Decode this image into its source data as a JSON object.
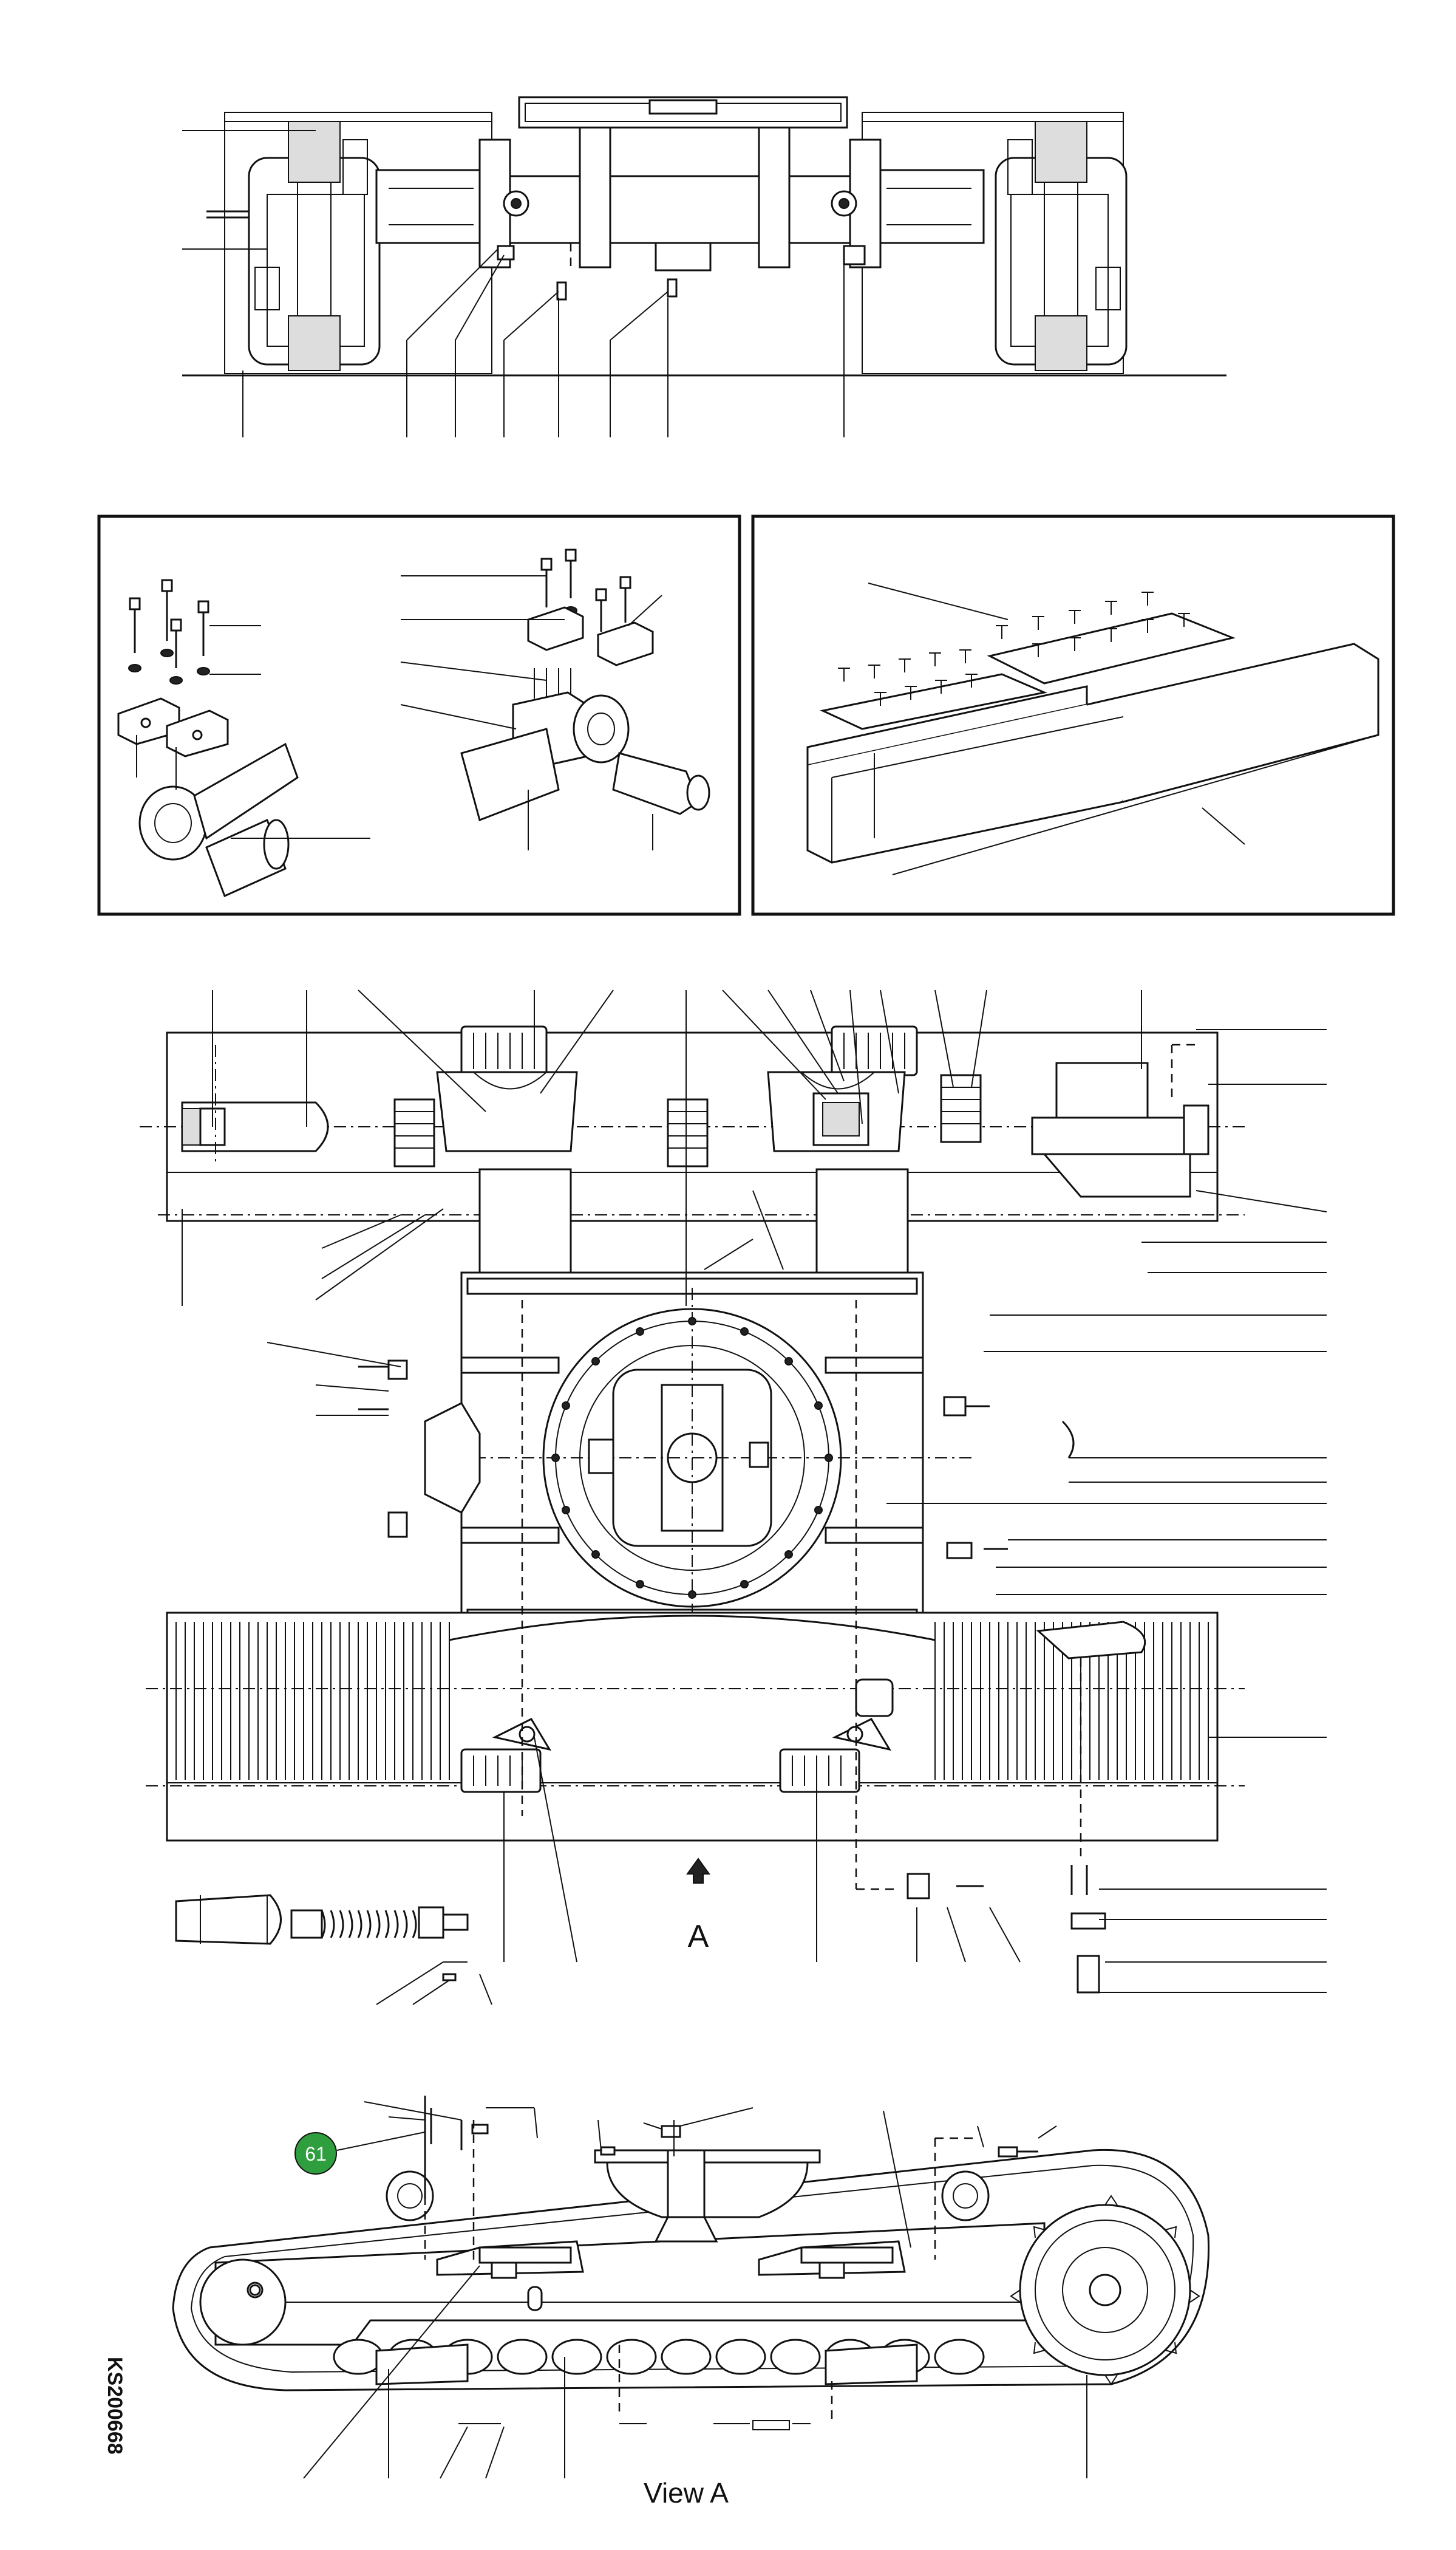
{
  "view_label": "View A",
  "arrow_label": "A",
  "callout": {
    "number": "61",
    "color": "#2e9e3e"
  },
  "drawing_code": "KS200668",
  "colors": {
    "line": "#111111",
    "paper": "#ffffff",
    "callout": "#2e9e3e"
  }
}
